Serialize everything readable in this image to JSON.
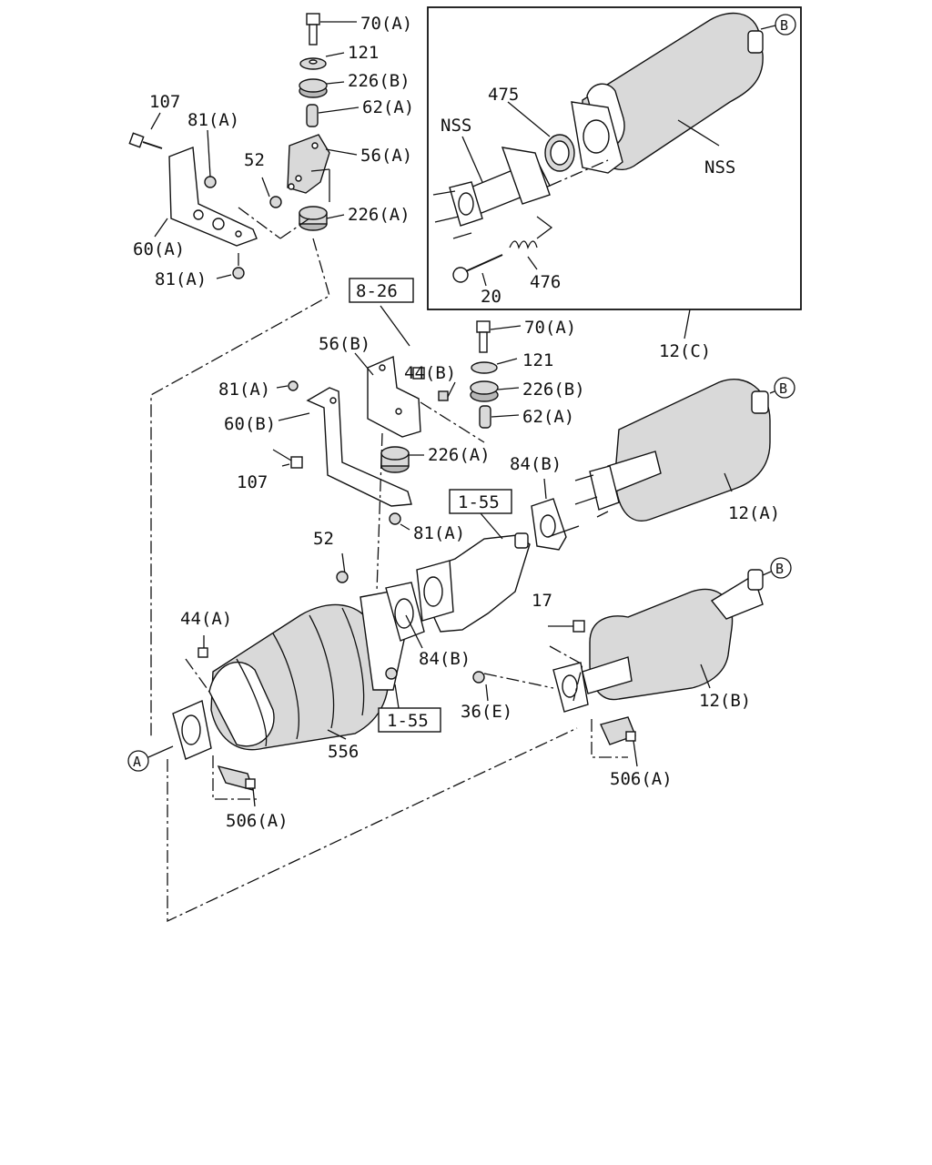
{
  "labels": {
    "l70A_1": "70(A)",
    "l121_1": "121",
    "l226B_1": "226(B)",
    "l62A_1": "62(A)",
    "l56A": "56(A)",
    "l226A_1": "226(A)",
    "l107_1": "107",
    "l81A_1": "81(A)",
    "l52_1": "52",
    "l60A": "60(A)",
    "l81A_2": "81(A)",
    "lB_1": "B",
    "l475": "475",
    "lNSS_1": "NSS",
    "lNSS_2": "NSS",
    "l476": "476",
    "l20": "20",
    "l12C": "12(C)",
    "l56B": "56(B)",
    "l44B": "44(B)",
    "l81A_3": "81(A)",
    "l60B": "60(B)",
    "l107_2": "107",
    "l226A_2": "226(A)",
    "l81A_4": "81(A)",
    "l70A_2": "70(A)",
    "l121_2": "121",
    "l226B_2": "226(B)",
    "l62A_2": "62(A)",
    "lB_2": "B",
    "l84B_1": "84(B)",
    "l12A": "12(A)",
    "l52_2": "52",
    "l44A": "44(A)",
    "l84B_2": "84(B)",
    "l17": "17",
    "lB_3": "B",
    "l12B": "12(B)",
    "l36E": "36(E)",
    "l556": "556",
    "lA": "A",
    "l506A_1": "506(A)",
    "l506A_2": "506(A)"
  },
  "ref_boxes": {
    "r826": "8-26",
    "r155_1": "1-55",
    "r155_2": "1-55"
  }
}
